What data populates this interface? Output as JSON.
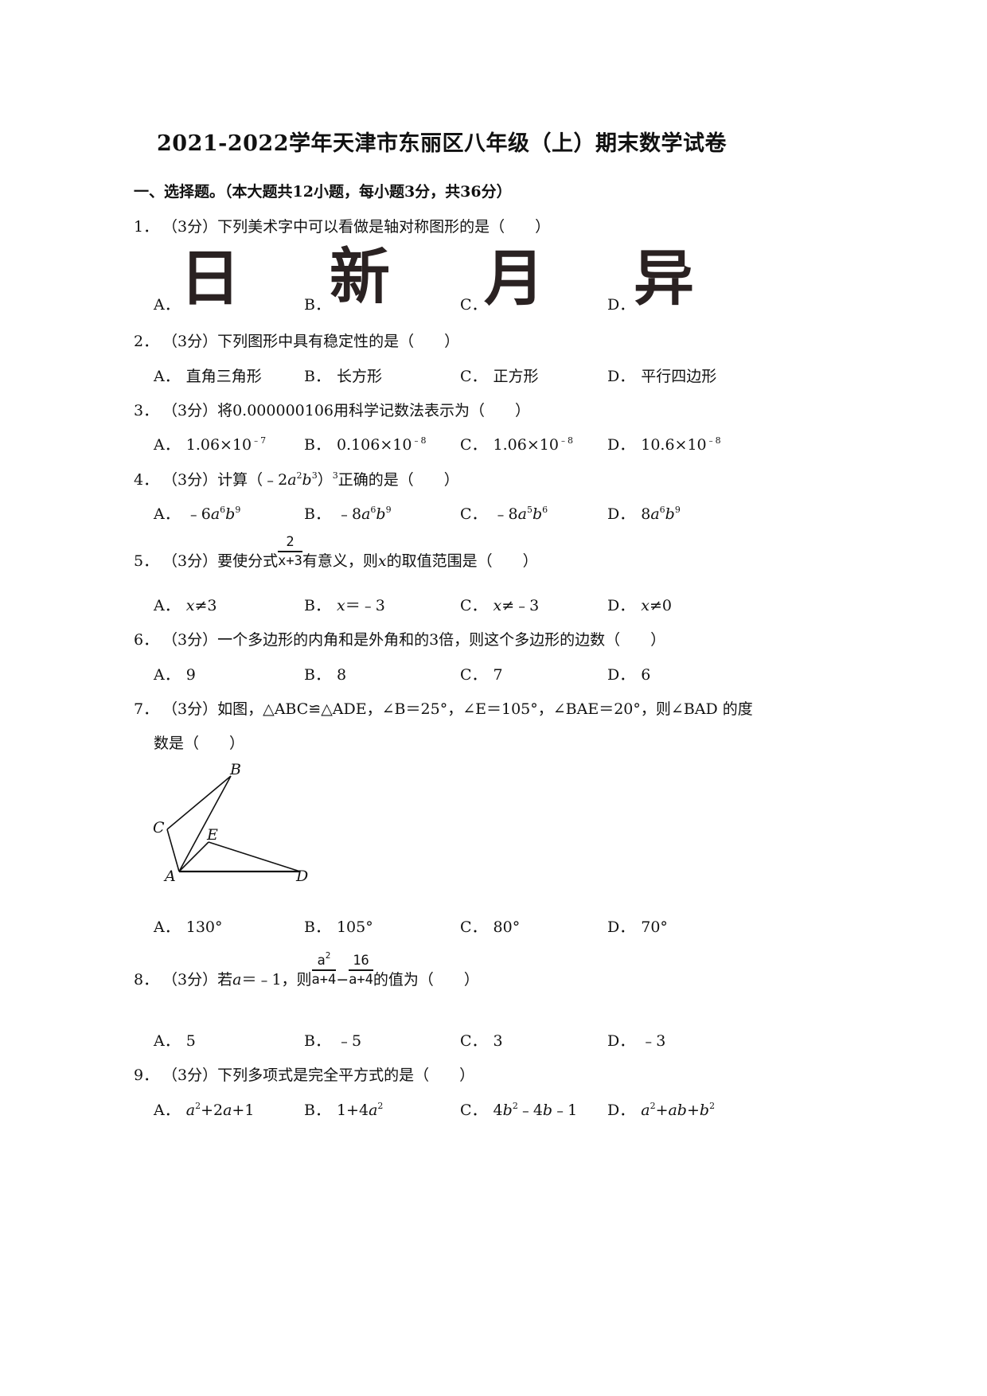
{
  "document": {
    "title": "2021-2022学年天津市东丽区八年级（上）期末数学试卷",
    "section_header": "一、选择题。（本大题共12小题，每小题3分，共36分）"
  },
  "questions": [
    {
      "number": "1．",
      "points": "（3分）",
      "stem": "下列美术字中可以看做是轴对称图形的是（　　）",
      "options": [
        {
          "label": "A．",
          "text": "日",
          "type": "art-glyph"
        },
        {
          "label": "B．",
          "text": "新",
          "type": "art-glyph"
        },
        {
          "label": "C．",
          "text": "月",
          "type": "art-glyph"
        },
        {
          "label": "D．",
          "text": "异",
          "type": "art-glyph"
        }
      ]
    },
    {
      "number": "2．",
      "points": "（3分）",
      "stem": "下列图形中具有稳定性的是（　　）",
      "options": [
        {
          "label": "A．",
          "text": "直角三角形"
        },
        {
          "label": "B．",
          "text": "长方形"
        },
        {
          "label": "C．",
          "text": "正方形"
        },
        {
          "label": "D．",
          "text": "平行四边形"
        }
      ]
    },
    {
      "number": "3．",
      "points": "（3分）",
      "stem": "将0.000000106用科学记数法表示为（　　）",
      "options": [
        {
          "label": "A．",
          "base": "1.06×10",
          "exp": "﹣7"
        },
        {
          "label": "B．",
          "base": "0.106×10",
          "exp": "﹣8"
        },
        {
          "label": "C．",
          "base": "1.06×10",
          "exp": "﹣8"
        },
        {
          "label": "D．",
          "base": "10.6×10",
          "exp": "﹣8"
        }
      ]
    },
    {
      "number": "4．",
      "points": "（3分）",
      "stem_pre": "计算（﹣2",
      "stem_a": "a",
      "stem_a_exp": "2",
      "stem_b": "b",
      "stem_b_exp": "3",
      "stem_close": "）",
      "stem_outer_exp": "3",
      "stem_post": "正确的是（　　）",
      "options": [
        {
          "label": "A．",
          "coef": "﹣6",
          "a_exp": "6",
          "b_exp": "9"
        },
        {
          "label": "B．",
          "coef": "﹣8",
          "a_exp": "6",
          "b_exp": "9"
        },
        {
          "label": "C．",
          "coef": "﹣8",
          "a_exp": "5",
          "b_exp": "6"
        },
        {
          "label": "D．",
          "coef": "8",
          "a_exp": "6",
          "b_exp": "9"
        }
      ]
    },
    {
      "number": "5．",
      "points": "（3分）",
      "stem_pre": "要使分式",
      "fraction": {
        "numerator": "2",
        "denominator": "x+3"
      },
      "stem_mid": "有意义，则",
      "stem_var": "x",
      "stem_post": "的取值范围是（　　）",
      "options": [
        {
          "label": "A．",
          "var": "x",
          "text": "≠3"
        },
        {
          "label": "B．",
          "var": "x",
          "text": "＝﹣3"
        },
        {
          "label": "C．",
          "var": "x",
          "text": "≠﹣3"
        },
        {
          "label": "D．",
          "var": "x",
          "text": "≠0"
        }
      ]
    },
    {
      "number": "6．",
      "points": "（3分）",
      "stem": "一个多边形的内角和是外角和的3倍，则这个多边形的边数（　　）",
      "options": [
        {
          "label": "A．",
          "text": "9"
        },
        {
          "label": "B．",
          "text": "8"
        },
        {
          "label": "C．",
          "text": "7"
        },
        {
          "label": "D．",
          "text": "6"
        }
      ]
    },
    {
      "number": "7．",
      "points": "（3分）",
      "stem_line1": "如图，△ABC≌△ADE，∠B＝25°，∠E＝105°，∠BAE＝20°，则∠BAD 的度",
      "stem_line2": "数是（　　）",
      "figure": {
        "labels": {
          "A": "A",
          "B": "B",
          "C": "C",
          "D": "D",
          "E": "E"
        }
      },
      "options": [
        {
          "label": "A．",
          "text": "130°"
        },
        {
          "label": "B．",
          "text": "105°"
        },
        {
          "label": "C．",
          "text": "80°"
        },
        {
          "label": "D．",
          "text": "70°"
        }
      ]
    },
    {
      "number": "8．",
      "points": "（3分）",
      "stem_pre": "若",
      "stem_var": "a",
      "stem_eq": "＝﹣1，则",
      "fraction1": {
        "numerator": "a",
        "numerator_exp": "2",
        "denominator": "a+4"
      },
      "minus": "−",
      "fraction2": {
        "numerator": "16",
        "denominator": "a+4"
      },
      "stem_post": "的值为（　　）",
      "options": [
        {
          "label": "A．",
          "text": "5"
        },
        {
          "label": "B．",
          "text": "﹣5"
        },
        {
          "label": "C．",
          "text": "3"
        },
        {
          "label": "D．",
          "text": "﹣3"
        }
      ]
    },
    {
      "number": "9．",
      "points": "（3分）",
      "stem": "下列多项式是完全平方式的是（　　）",
      "options": [
        {
          "label": "A．",
          "parts": [
            "a",
            "2",
            "+2",
            "a",
            "+1"
          ]
        },
        {
          "label": "B．",
          "parts": [
            "1+4",
            "a",
            "2"
          ]
        },
        {
          "label": "C．",
          "parts": [
            "4",
            "b",
            "2",
            "﹣4",
            "b",
            "﹣1"
          ]
        },
        {
          "label": "D．",
          "parts": [
            "a",
            "2",
            "+",
            "ab",
            "+",
            "b",
            "2"
          ]
        }
      ]
    }
  ]
}
